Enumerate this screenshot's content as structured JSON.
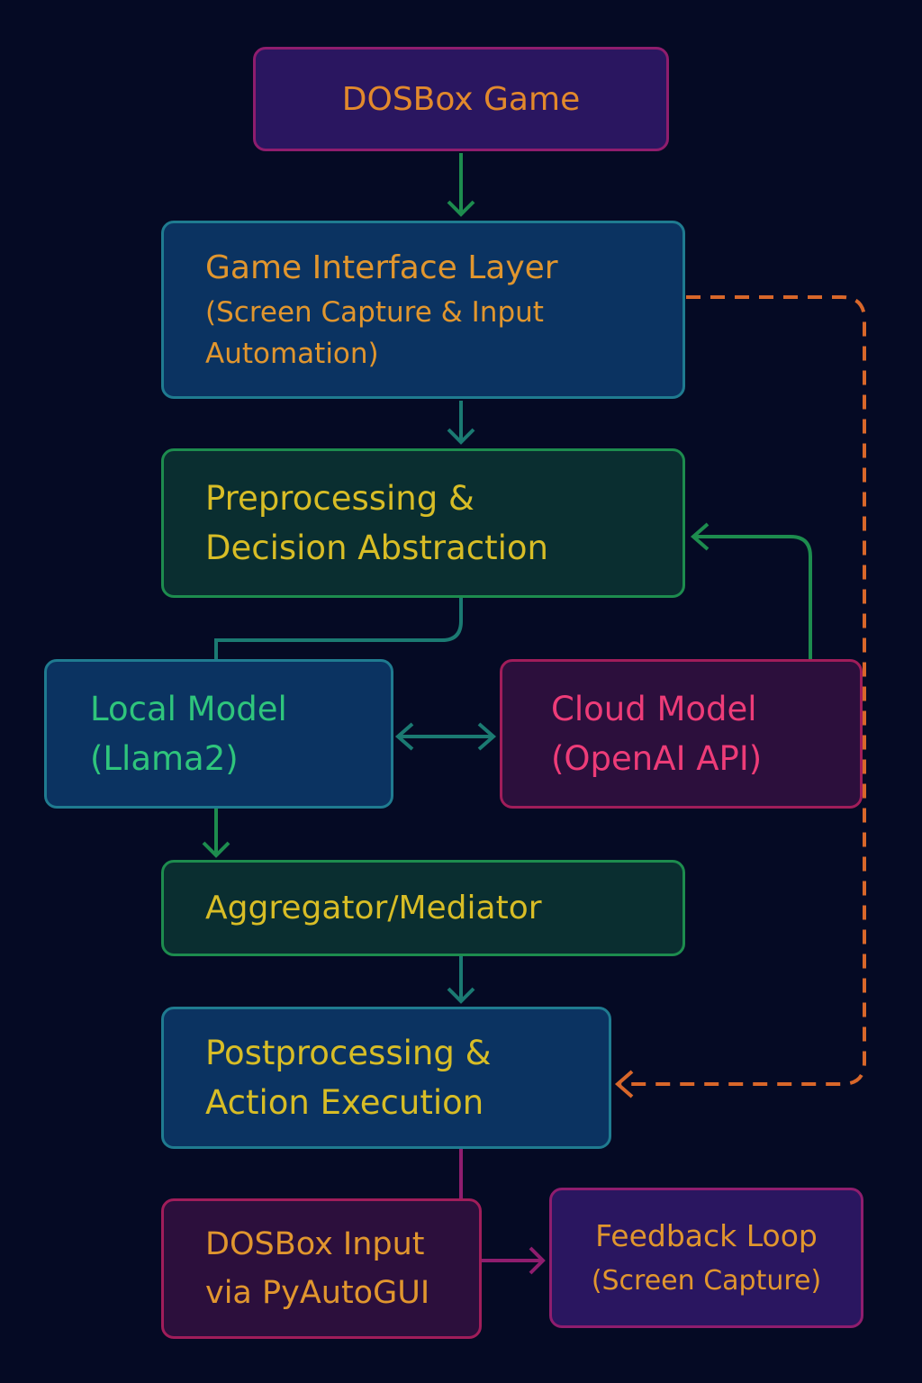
{
  "nodes": {
    "game": {
      "label": "DOSBox Game"
    },
    "interface": {
      "line1": "Game Interface Layer",
      "line2": "(Screen Capture & Input",
      "line3": "Automation)"
    },
    "preprocessing": {
      "line1": "Preprocessing &",
      "line2": "Decision Abstraction"
    },
    "local_model": {
      "line1": "Local Model",
      "line2": "(Llama2)"
    },
    "cloud_model": {
      "line1": "Cloud Model",
      "line2": "(OpenAI API)"
    },
    "aggregator": {
      "label": "Aggregator/Mediator"
    },
    "postprocessing": {
      "line1": "Postprocessing &",
      "line2": "Action Execution"
    },
    "dosbox_input": {
      "line1": "DOSBox Input",
      "line2": "via PyAutoGUI"
    },
    "feedback": {
      "line1": "Feedback Loop",
      "line2": "(Screen Capture)"
    }
  },
  "colors": {
    "background": "#050a24",
    "arrow_green": "#1d8c4e",
    "arrow_teal": "#1b7a72",
    "arrow_orange_dashed": "#d9672a",
    "arrow_magenta": "#8f1d6e"
  }
}
